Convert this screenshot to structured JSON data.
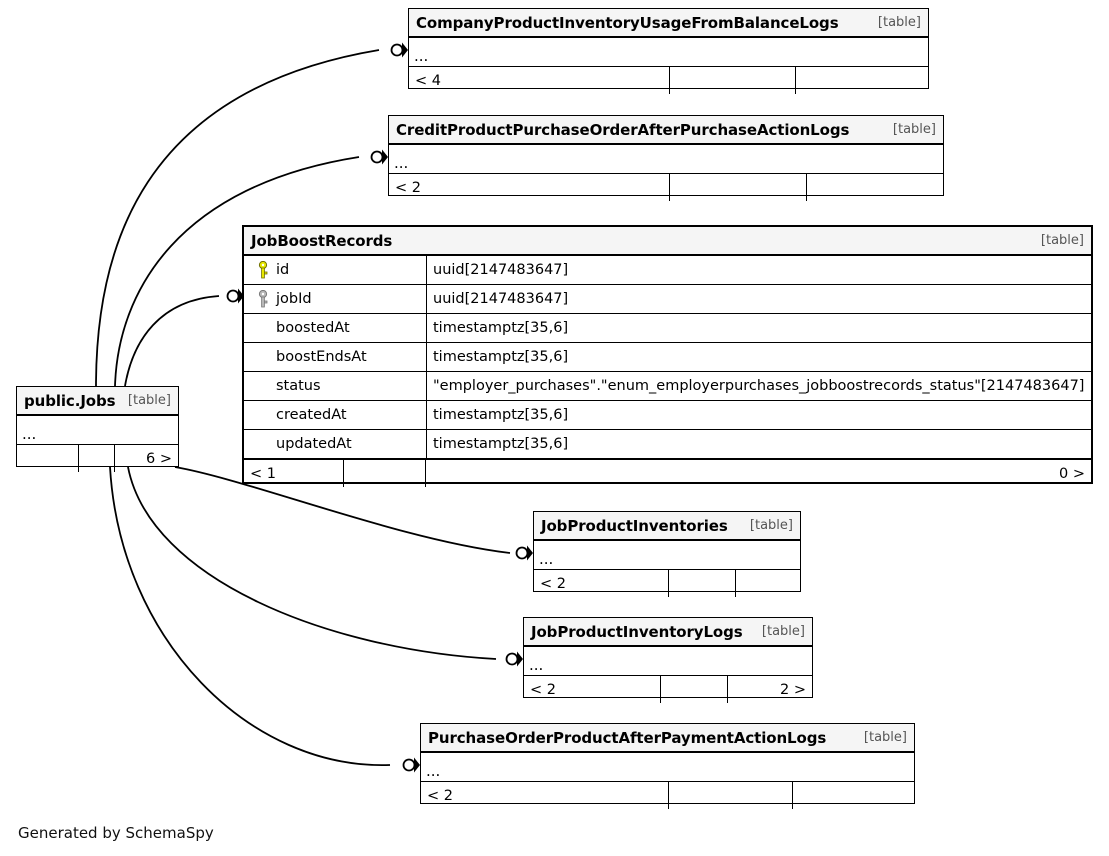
{
  "diagram": {
    "generator_note": "Generated by SchemaSpy",
    "kind_label": "[table]",
    "ellipsis": "...",
    "icons": {
      "primary_key": "primary-key-icon",
      "foreign_key": "foreign-key-icon",
      "relationship": "crows-foot-connector-icon"
    },
    "colors": {
      "primary_key": "#e8e800",
      "foreign_key": "#b0b0b0",
      "header_fill": "#f5f5f5",
      "border": "#000000",
      "edge": "#000000"
    }
  },
  "tables": [
    {
      "id": "company_product_inventory_usage_from_balance_logs",
      "name": "CompanyProductInventoryUsageFromBalanceLogs",
      "kind": "[table]",
      "collapsed": true,
      "ellipsis": "...",
      "footer": [
        "< 4",
        "",
        ""
      ]
    },
    {
      "id": "credit_product_purchase_order_after_purchase_action_logs",
      "name": "CreditProductPurchaseOrderAfterPurchaseActionLogs",
      "kind": "[table]",
      "collapsed": true,
      "ellipsis": "...",
      "footer": [
        "< 2",
        "",
        ""
      ]
    },
    {
      "id": "job_boost_records",
      "name": "JobBoostRecords",
      "kind": "[table]",
      "collapsed": false,
      "columns": [
        {
          "key": "primary",
          "name": "id",
          "type": "uuid[2147483647]"
        },
        {
          "key": "foreign",
          "name": "jobId",
          "type": "uuid[2147483647]"
        },
        {
          "key": "none",
          "name": "boostedAt",
          "type": "timestamptz[35,6]"
        },
        {
          "key": "none",
          "name": "boostEndsAt",
          "type": "timestamptz[35,6]"
        },
        {
          "key": "none",
          "name": "status",
          "type": "\"employer_purchases\".\"enum_employerpurchases_jobboostrecords_status\"[2147483647]"
        },
        {
          "key": "none",
          "name": "createdAt",
          "type": "timestamptz[35,6]"
        },
        {
          "key": "none",
          "name": "updatedAt",
          "type": "timestamptz[35,6]"
        }
      ],
      "footer": [
        "< 1",
        "",
        "0 >"
      ]
    },
    {
      "id": "public_jobs",
      "name": "public.Jobs",
      "kind": "[table]",
      "collapsed": true,
      "ellipsis": "...",
      "footer": [
        "",
        "",
        "6 >"
      ]
    },
    {
      "id": "job_product_inventories",
      "name": "JobProductInventories",
      "kind": "[table]",
      "collapsed": true,
      "ellipsis": "...",
      "footer": [
        "< 2",
        "",
        ""
      ]
    },
    {
      "id": "job_product_inventory_logs",
      "name": "JobProductInventoryLogs",
      "kind": "[table]",
      "collapsed": true,
      "ellipsis": "...",
      "footer": [
        "< 2",
        "",
        "2 >"
      ]
    },
    {
      "id": "purchase_order_product_after_payment_action_logs",
      "name": "PurchaseOrderProductAfterPaymentActionLogs",
      "kind": "[table]",
      "collapsed": true,
      "ellipsis": "...",
      "footer": [
        "< 2",
        "",
        ""
      ]
    }
  ],
  "relationships": [
    {
      "from": "public_jobs",
      "to": "company_product_inventory_usage_from_balance_logs"
    },
    {
      "from": "public_jobs",
      "to": "credit_product_purchase_order_after_purchase_action_logs"
    },
    {
      "from": "public_jobs",
      "to": "job_boost_records"
    },
    {
      "from": "public_jobs",
      "to": "job_product_inventories"
    },
    {
      "from": "public_jobs",
      "to": "job_product_inventory_logs"
    },
    {
      "from": "public_jobs",
      "to": "purchase_order_product_after_payment_action_logs"
    }
  ]
}
